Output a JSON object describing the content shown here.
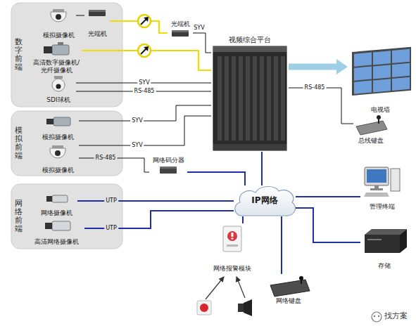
{
  "diagram": {
    "nodes": [
      {
        "text": [
          "数字前端"
        ]
      },
      {
        "text": [
          "模拟摄像机"
        ],
        "in": 0
      },
      {
        "text": [
          "光端机"
        ],
        "in": 0
      },
      {
        "text": [
          "高清数字摄像机/ 光纤摄像机"
        ],
        "in": 0
      },
      {
        "text": [
          "SDI球机"
        ],
        "in": 0
      },
      {
        "text": [
          "模拟前端"
        ]
      },
      {
        "text": [
          "模拟摄像机"
        ],
        "in": 5
      },
      {
        "text": [
          "模拟摄像机"
        ],
        "in": 5
      },
      {
        "text": [
          "网络前端"
        ]
      },
      {
        "text": [
          "网络摄像机"
        ],
        "in": 8
      },
      {
        "text": [
          "高清网络摄像机"
        ],
        "in": 8
      },
      {
        "text": [
          "光端机"
        ]
      },
      {
        "text": [
          "视频综合平台"
        ]
      },
      {
        "text": [
          "电视墙"
        ]
      },
      {
        "text": [
          "总线键盘"
        ]
      },
      {
        "text": [
          "网络码分器"
        ]
      },
      {
        "text": [
          "IP网络"
        ]
      },
      {
        "text": [
          "管理终端"
        ]
      },
      {
        "text": [
          "存储"
        ]
      },
      {
        "text": [
          "网络报警模块"
        ]
      },
      {
        "text": [
          "网络键盘"
        ]
      }
    ],
    "edges": [
      {
        "from": 1,
        "to": 2,
        "arrow": "none"
      },
      {
        "from": 2,
        "to": 11,
        "arrow": "none"
      },
      {
        "from": 11,
        "to": 12,
        "label": "SYV",
        "arrow": "none"
      },
      {
        "from": 3,
        "to": 12,
        "arrow": "none"
      },
      {
        "from": 4,
        "to": 12,
        "label": "SYV",
        "arrow": "none"
      },
      {
        "from": 4,
        "to": 12,
        "label": "RS-485",
        "arrow": "none"
      },
      {
        "from": 6,
        "to": 12,
        "label": "SYV",
        "arrow": "none"
      },
      {
        "from": 7,
        "to": 12,
        "label": "SYV",
        "arrow": "none"
      },
      {
        "from": 7,
        "to": 15,
        "label": "RS-485",
        "arrow": "none"
      },
      {
        "from": 15,
        "to": 16,
        "arrow": "none"
      },
      {
        "from": 9,
        "to": 16,
        "label": "UTP",
        "arrow": "none"
      },
      {
        "from": 10,
        "to": 16,
        "label": "UTP",
        "arrow": "none"
      },
      {
        "from": 12,
        "to": 16,
        "arrow": "none"
      },
      {
        "from": 12,
        "to": 13,
        "arrow": "to"
      },
      {
        "from": 12,
        "to": 14,
        "label": "RS-485",
        "arrow": "none"
      },
      {
        "from": 16,
        "to": 17,
        "arrow": "none"
      },
      {
        "from": 16,
        "to": 18,
        "arrow": "none"
      },
      {
        "from": 16,
        "to": 19,
        "arrow": "none"
      },
      {
        "from": 16,
        "to": 20,
        "arrow": "none"
      }
    ],
    "labels": [
      "找方案"
    ]
  }
}
